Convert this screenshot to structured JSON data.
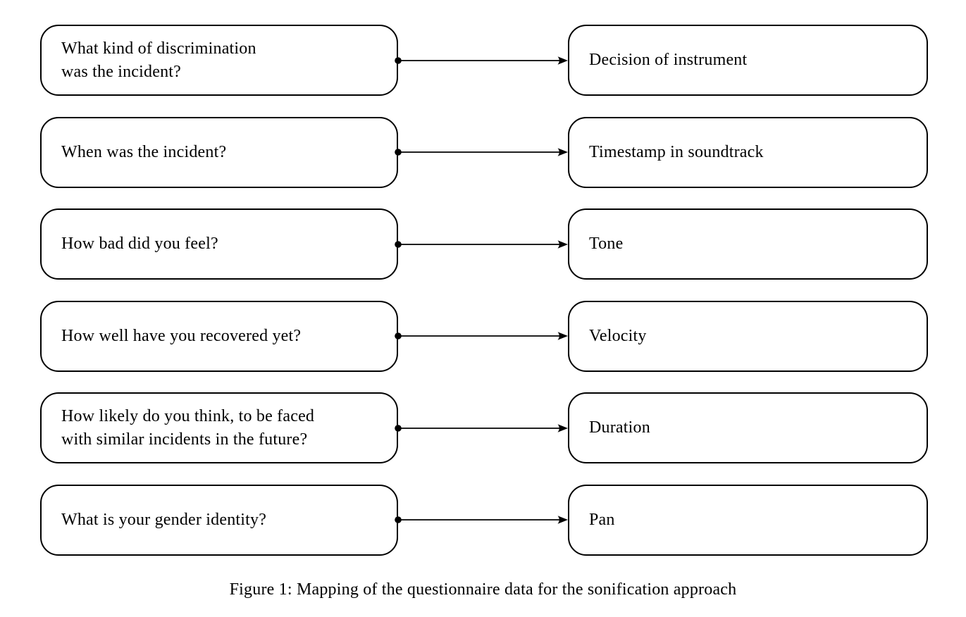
{
  "figure": {
    "type": "mapping-diagram",
    "caption": "Figure 1: Mapping of the questionnaire data for the sonification approach",
    "colors": {
      "stroke": "#000000",
      "text": "#000000",
      "background": "#ffffff"
    },
    "icons": {
      "arrow_start_dot": "●",
      "arrow_head": "→"
    },
    "mappings": [
      {
        "question": "What kind of discrimination\nwas the incident?",
        "target": "Decision of instrument"
      },
      {
        "question": "When was the incident?",
        "target": "Timestamp in soundtrack"
      },
      {
        "question": "How bad did you feel?",
        "target": "Tone"
      },
      {
        "question": "How well have you recovered yet?",
        "target": "Velocity"
      },
      {
        "question": "How likely do you think, to be faced\nwith similar incidents in the future?",
        "target": "Duration"
      },
      {
        "question": "What is your gender identity?",
        "target": "Pan"
      }
    ]
  }
}
